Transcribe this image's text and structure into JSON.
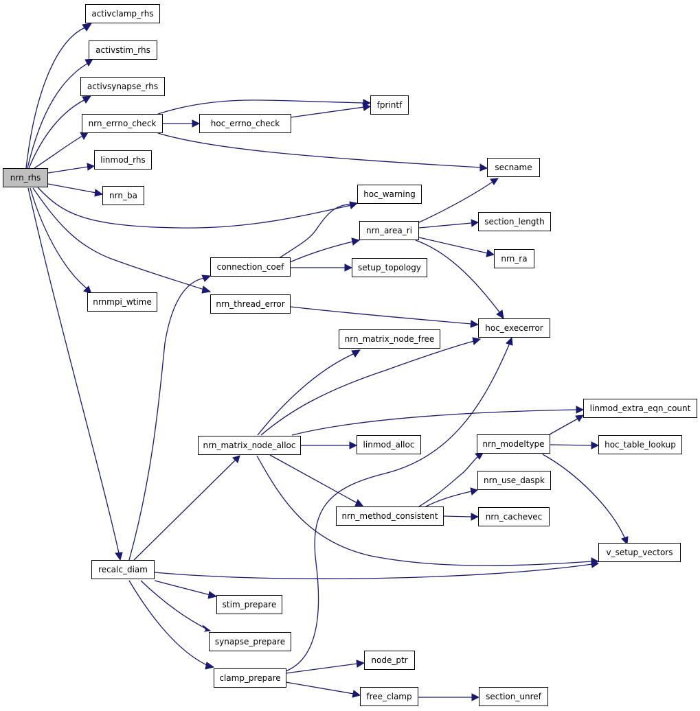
{
  "graph": {
    "nodes": {
      "nrn_rhs": "nrn_rhs",
      "activclamp_rhs": "activclamp_rhs",
      "activstim_rhs": "activstim_rhs",
      "activsynapse_rhs": "activsynapse_rhs",
      "nrn_errno_check": "nrn_errno_check",
      "fprintf": "fprintf",
      "hoc_errno_check": "hoc_errno_check",
      "secname": "secname",
      "linmod_rhs": "linmod_rhs",
      "nrn_ba": "nrn_ba",
      "hoc_warning": "hoc_warning",
      "nrn_area_ri": "nrn_area_ri",
      "section_length": "section_length",
      "nrn_ra": "nrn_ra",
      "connection_coef": "connection_coef",
      "setup_topology": "setup_topology",
      "nrnmpi_wtime": "nrnmpi_wtime",
      "nrn_thread_error": "nrn_thread_error",
      "hoc_execerror": "hoc_execerror",
      "nrn_matrix_node_free": "nrn_matrix_node_free",
      "linmod_extra_eqn_count": "linmod_extra_eqn_count",
      "nrn_matrix_node_alloc": "nrn_matrix_node_alloc",
      "linmod_alloc": "linmod_alloc",
      "nrn_modeltype": "nrn_modeltype",
      "hoc_table_lookup": "hoc_table_lookup",
      "nrn_use_daspk": "nrn_use_daspk",
      "nrn_method_consistent": "nrn_method_consistent",
      "nrn_cachevec": "nrn_cachevec",
      "v_setup_vectors": "v_setup_vectors",
      "recalc_diam": "recalc_diam",
      "stim_prepare": "stim_prepare",
      "synapse_prepare": "synapse_prepare",
      "node_ptr": "node_ptr",
      "clamp_prepare": "clamp_prepare",
      "free_clamp": "free_clamp",
      "section_unref": "section_unref"
    },
    "colors": {
      "edge": "#191970",
      "root_fill": "#bfbfbf",
      "node_fill": "#ffffff",
      "node_border": "#000000"
    }
  }
}
